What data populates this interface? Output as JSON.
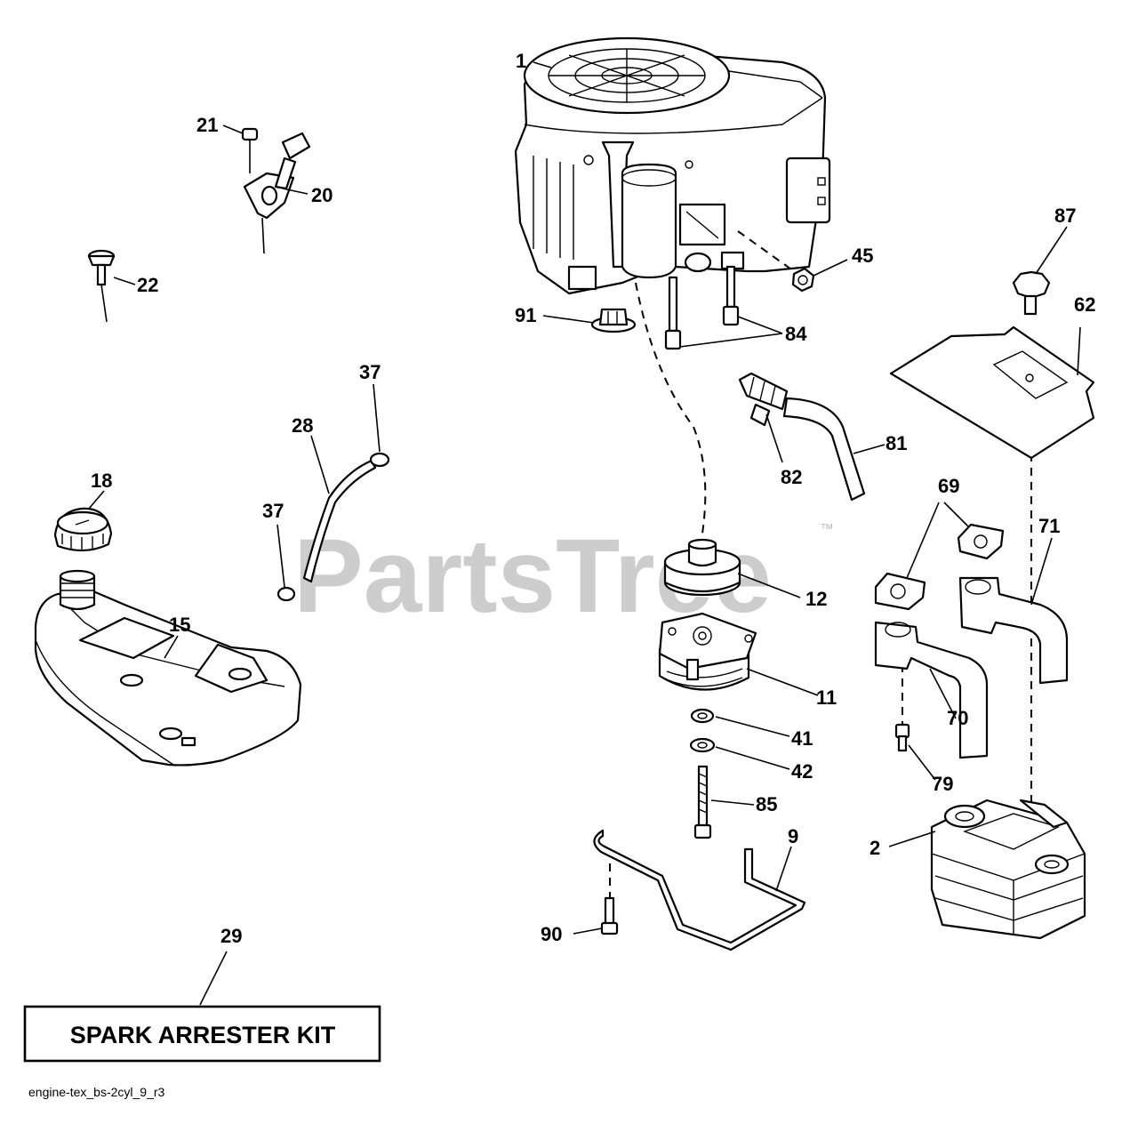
{
  "watermark": {
    "text": "PartsTree",
    "tm": "™"
  },
  "diagram_code": "engine-tex_bs-2cyl_9_r3",
  "kit_label": "SPARK ARRESTER KIT",
  "callouts": {
    "c1": "1",
    "c2": "2",
    "c9": "9",
    "c11": "11",
    "c12": "12",
    "c15": "15",
    "c18": "18",
    "c20": "20",
    "c21": "21",
    "c22": "22",
    "c28": "28",
    "c29": "29",
    "c37a": "37",
    "c37b": "37",
    "c41": "41",
    "c42": "42",
    "c45": "45",
    "c62": "62",
    "c69": "69",
    "c70": "70",
    "c71": "71",
    "c79": "79",
    "c81": "81",
    "c82": "82",
    "c84": "84",
    "c85": "85",
    "c87": "87",
    "c90": "90",
    "c91": "91"
  }
}
